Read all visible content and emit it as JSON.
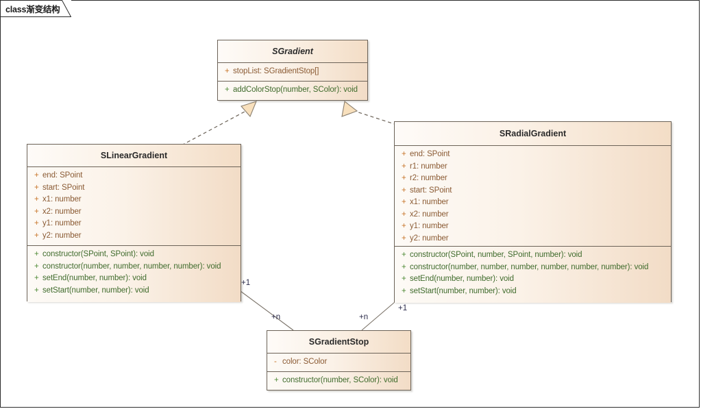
{
  "diagram": {
    "title": "class渐变结构",
    "frame_border_color": "#2b2b2b",
    "accent_attr_color": "#8a5a33",
    "accent_method_color": "#3f6b2c",
    "box_fill": "#f6e6d4",
    "box_border": "#6b6257"
  },
  "classes": [
    {
      "id": "sgradient",
      "name": "SGradient",
      "abstract": true,
      "attributes": [
        {
          "visibility": "+",
          "text": "stopList: SGradientStop[]"
        }
      ],
      "methods": [
        {
          "visibility": "+",
          "text": "addColorStop(number, SColor): void"
        }
      ]
    },
    {
      "id": "slineargradient",
      "name": "SLinearGradient",
      "abstract": false,
      "attributes": [
        {
          "visibility": "+",
          "text": "end: SPoint"
        },
        {
          "visibility": "+",
          "text": "start: SPoint"
        },
        {
          "visibility": "+",
          "text": "x1: number"
        },
        {
          "visibility": "+",
          "text": "x2: number"
        },
        {
          "visibility": "+",
          "text": "y1: number"
        },
        {
          "visibility": "+",
          "text": "y2: number"
        }
      ],
      "methods": [
        {
          "visibility": "+",
          "text": "constructor(SPoint, SPoint): void"
        },
        {
          "visibility": "+",
          "text": "constructor(number, number, number, number): void"
        },
        {
          "visibility": "+",
          "text": "setEnd(number, number): void"
        },
        {
          "visibility": "+",
          "text": "setStart(number, number): void"
        }
      ]
    },
    {
      "id": "sradialgradient",
      "name": "SRadialGradient",
      "abstract": false,
      "attributes": [
        {
          "visibility": "+",
          "text": "end: SPoint"
        },
        {
          "visibility": "+",
          "text": "r1: number"
        },
        {
          "visibility": "+",
          "text": "r2: number"
        },
        {
          "visibility": "+",
          "text": "start: SPoint"
        },
        {
          "visibility": "+",
          "text": "x1: number"
        },
        {
          "visibility": "+",
          "text": "x2: number"
        },
        {
          "visibility": "+",
          "text": "y1: number"
        },
        {
          "visibility": "+",
          "text": "y2: number"
        }
      ],
      "methods": [
        {
          "visibility": "+",
          "text": "constructor(SPoint, number, SPoint, number): void"
        },
        {
          "visibility": "+",
          "text": "constructor(number, number, number, number, number, number): void"
        },
        {
          "visibility": "+",
          "text": "setEnd(number, number): void"
        },
        {
          "visibility": "+",
          "text": "setStart(number, number): void"
        }
      ]
    },
    {
      "id": "sgradientstop",
      "name": "SGradientStop",
      "abstract": false,
      "attributes": [
        {
          "visibility": "-",
          "text": "color: SColor"
        }
      ],
      "methods": [
        {
          "visibility": "+",
          "text": "constructor(number, SColor): void"
        }
      ]
    }
  ],
  "relations": [
    {
      "id": "linear-realizes-gradient",
      "kind": "realization",
      "from": "SLinearGradient",
      "to": "SGradient",
      "style": "dashed",
      "arrowhead": "hollow-triangle"
    },
    {
      "id": "radial-realizes-gradient",
      "kind": "realization",
      "from": "SRadialGradient",
      "to": "SGradient",
      "style": "dashed",
      "arrowhead": "hollow-triangle"
    },
    {
      "id": "linear-stops",
      "kind": "association",
      "from": "SLinearGradient",
      "to": "SGradientStop",
      "style": "solid",
      "source_multiplicity": "+1",
      "target_multiplicity": "+n"
    },
    {
      "id": "radial-stops",
      "kind": "association",
      "from": "SRadialGradient",
      "to": "SGradientStop",
      "style": "solid",
      "source_multiplicity": "+1",
      "target_multiplicity": "+n"
    }
  ],
  "multiplicity_labels": {
    "linear_one": "+1",
    "linear_many": "+n",
    "radial_one": "+1",
    "radial_many": "+n"
  }
}
